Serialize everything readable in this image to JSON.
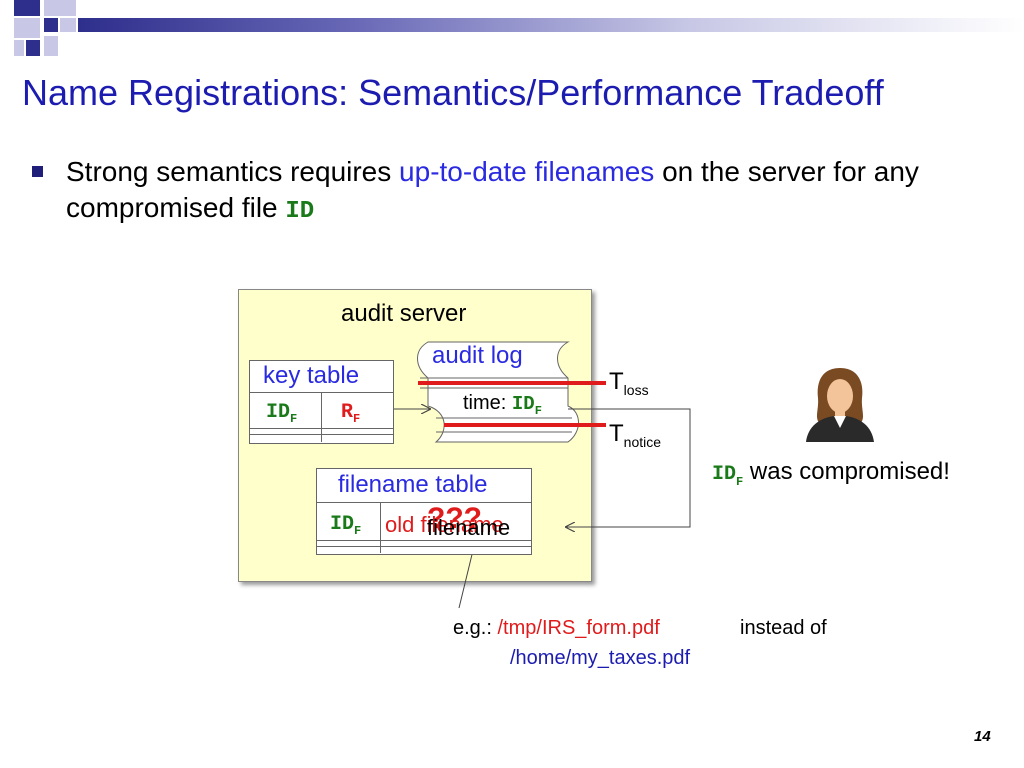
{
  "title": "Name Registrations: Semantics/Performance Tradeoff",
  "bullet": {
    "text_before": "Strong semantics requires ",
    "highlight": "up-to-date filenames",
    "text_after": " on the server for any compromised file ",
    "id_code": "ID"
  },
  "diagram": {
    "audit_server_label": "audit server",
    "audit_log_label": "audit log",
    "key_table": {
      "title": "key table",
      "col1": "ID",
      "col1_sub": "F",
      "col2": "R",
      "col2_sub": "F"
    },
    "time_label": "time: ",
    "time_id": "ID",
    "time_id_sub": "F",
    "t_loss": "T",
    "t_loss_sub": "loss",
    "t_notice": "T",
    "t_notice_sub": "notice",
    "filename_table": {
      "title": "filename table",
      "col1": "ID",
      "col1_sub": "F",
      "old_filename": "old filename",
      "new_filename": "filename",
      "overlay": "???"
    },
    "compromised_id": "ID",
    "compromised_sub": "F",
    "compromised_text": " was compromised!",
    "example_prefix": "e.g.: ",
    "example_path": "/tmp/IRS_form.pdf",
    "example_instead": "instead of",
    "example_real_path": "/home/my_taxes.pdf"
  },
  "page_number": "14",
  "colors": {
    "title": "#1c1cb0",
    "highlight_blue": "#2a2ae0",
    "code_green": "#1a7a1a",
    "code_red": "#e01b1b",
    "server_fill": "#ffffcc",
    "timeline_red": "#e01b1b"
  }
}
